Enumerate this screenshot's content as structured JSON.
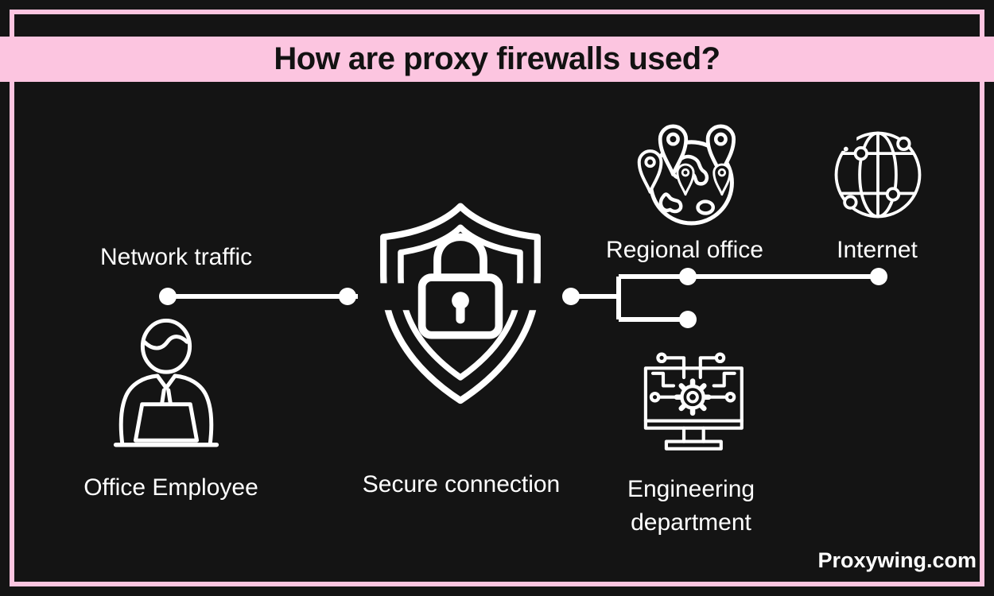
{
  "header": {
    "title": "How are proxy firewalls used?"
  },
  "footer": {
    "watermark": "Proxywing.com"
  },
  "diagram": {
    "network_traffic": {
      "label": "Network traffic"
    },
    "office_employee": {
      "label": "Office Employee",
      "icon": "person-at-laptop-icon"
    },
    "secure_connection": {
      "label": "Secure connection",
      "icon": "shield-lock-icon"
    },
    "regional_office": {
      "label": "Regional office",
      "icon": "globe-map-pins-icon"
    },
    "internet": {
      "label": "Internet",
      "icon": "globe-network-icon"
    },
    "engineering_department": {
      "label_lines": [
        "Engineering",
        "department"
      ],
      "icon": "monitor-gear-circuit-icon"
    }
  },
  "colors": {
    "background": "#141414",
    "accent_pink": "#fcc5e0",
    "foreground": "#ffffff",
    "title_text": "#121212"
  }
}
